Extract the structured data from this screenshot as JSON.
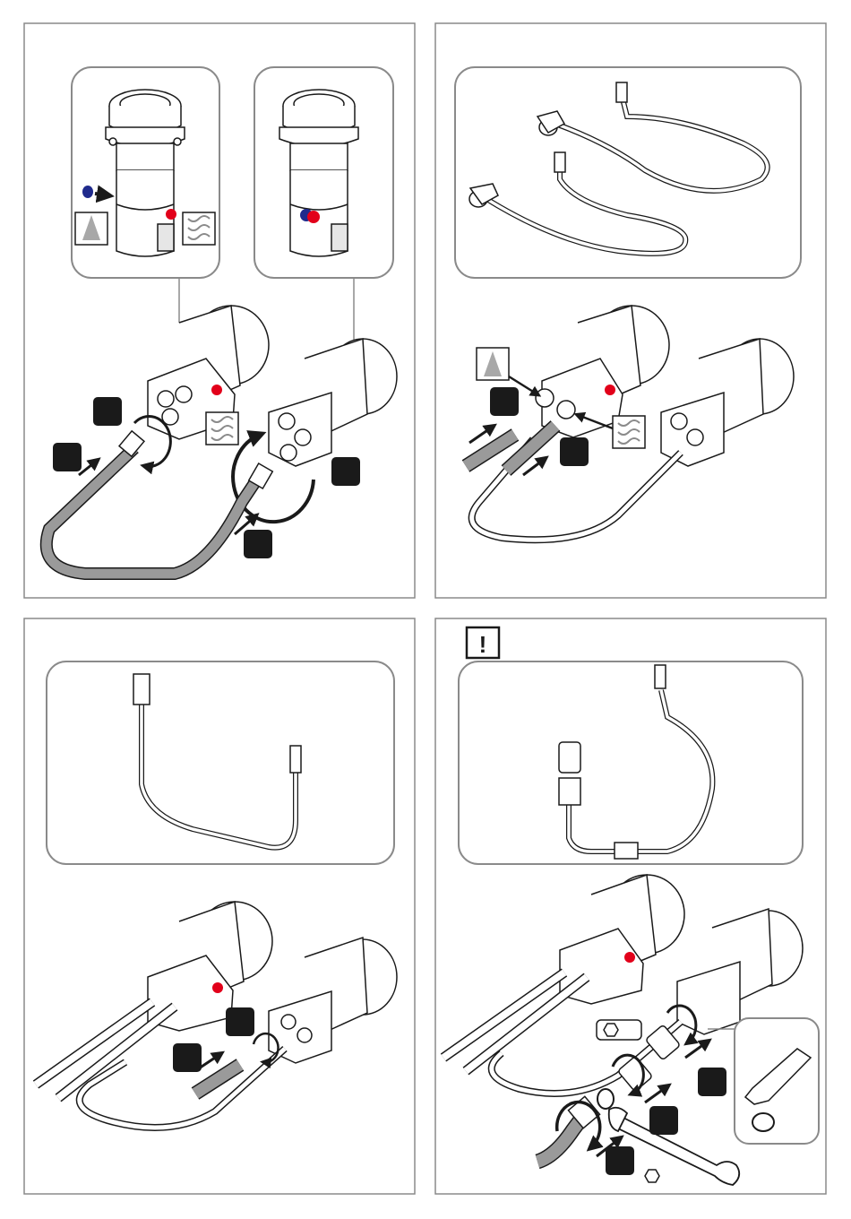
{
  "figure": {
    "colors": {
      "frame": "#8a8a8a",
      "line": "#1a1a1a",
      "hose_fill": "#9a9a9a",
      "hot": "#e2001a",
      "cold": "#1f2a8c",
      "badge": "#1a1a1a",
      "spray": "#a8a8a8"
    },
    "warning": {
      "symbol": "!",
      "icon": "exclamation-warning-icon"
    },
    "steps": [
      {
        "panel": "top-left",
        "label": "",
        "badges": [
          "",
          "",
          "",
          ""
        ]
      },
      {
        "panel": "top-right",
        "label": "",
        "badges": [
          "",
          ""
        ]
      },
      {
        "panel": "bottom-left",
        "label": "",
        "badges": [
          "",
          ""
        ]
      },
      {
        "panel": "bottom-right",
        "label": "",
        "badges": [
          "",
          "",
          ""
        ]
      }
    ]
  }
}
